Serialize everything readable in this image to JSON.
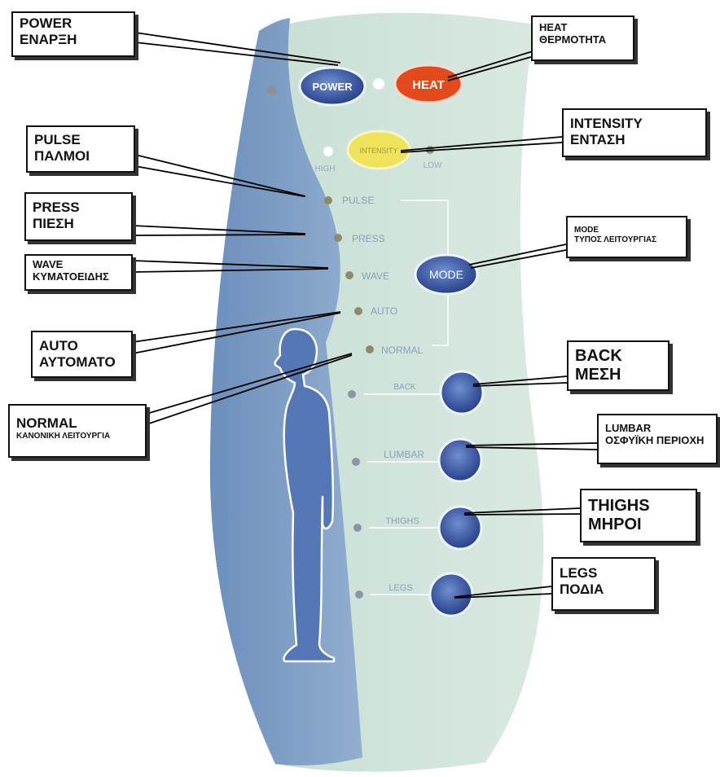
{
  "remote": {
    "buttons": {
      "power": "POWER",
      "heat": "HEAT",
      "intensity": "INTENSITY",
      "mode": "MODE"
    },
    "intensity_levels": {
      "high": "HIGH",
      "low": "LOW"
    },
    "modes": [
      "PULSE",
      "PRESS",
      "WAVE",
      "AUTO",
      "NORMAL"
    ],
    "zones": [
      "BACK",
      "LUMBAR",
      "THIGHS",
      "LEGS"
    ]
  },
  "callouts": {
    "power": {
      "line1": "POWER",
      "line2": "ΕΝΑΡΞΗ"
    },
    "heat": {
      "line1": "HEAT",
      "line2": "ΘΕΡΜΟΤΗΤΑ"
    },
    "intensity": {
      "line1": "INTENSITY",
      "line2": "ΕΝΤΑΣΗ"
    },
    "pulse": {
      "line1": "PULSE",
      "line2": "ΠΑΛΜΟΙ"
    },
    "press": {
      "line1": "PRESS",
      "line2": "ΠΙΕΣΗ"
    },
    "mode": {
      "line1": "MODE",
      "line2": "ΤΥΠΟΣ ΛΕΙΤΟΥΡΓΙΑΣ"
    },
    "wave": {
      "line1": "WAVE",
      "line2": "ΚΥΜΑΤΟΕΙΔΗΣ"
    },
    "auto": {
      "line1": "AUTO",
      "line2": "ΑΥΤΟΜΑΤΟ"
    },
    "back": {
      "line1": "BACK",
      "line2": "ΜΕΣΗ"
    },
    "normal": {
      "line1": "NORMAL",
      "line2": "ΚΑΝΟΝΙΚΗ ΛΕΙΤΟΥΡΓΙΑ"
    },
    "lumbar": {
      "line1": "LUMBAR",
      "line2": "ΟΣΦΥΪΚΗ ΠΕΡΙΟΧΗ"
    },
    "thighs": {
      "line1": "THIGHS",
      "line2": "ΜΗΡΟΙ"
    },
    "legs": {
      "line1": "LEGS",
      "line2": "ΠΟΔΙΑ"
    }
  },
  "colors": {
    "panel_light": "#cfe3d9",
    "panel_dark": "#7f9fc4",
    "button_blue": "#2f4f9c",
    "button_red": "#e24a1d",
    "button_yellow": "#eee35a",
    "label_text": "#8aa0bd",
    "led": "#8c8a6a"
  },
  "icons": {
    "figure": "human-figure-icon"
  }
}
